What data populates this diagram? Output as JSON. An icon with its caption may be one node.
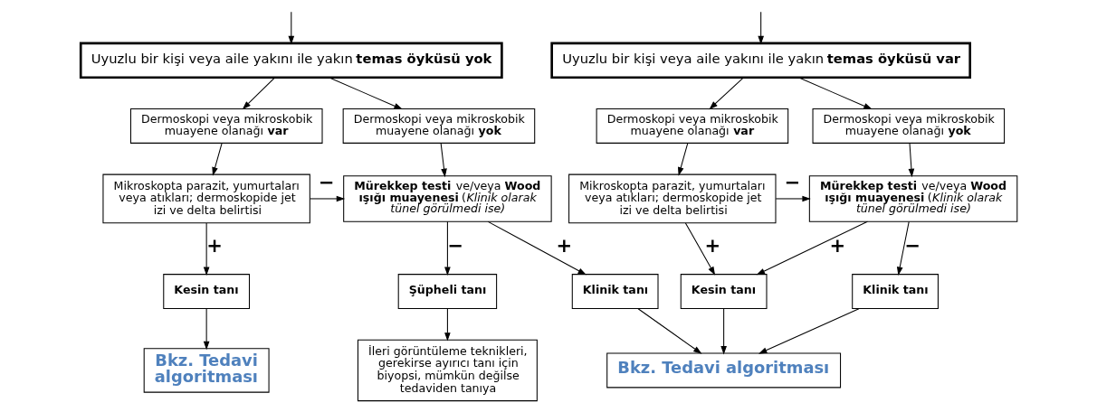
{
  "diagram": {
    "nodes": [
      {
        "text": [
          "Uyuzlu bir kişi veya aile yakını ile yakın **temas öyküsü yok**"
        ]
      },
      {
        "text": [
          "Uyuzlu bir kişi veya aile yakını ile yakın **temas öyküsü var**"
        ]
      },
      {
        "text": [
          "Dermoskopi veya mikroskobik muayene olanağı **var**"
        ]
      },
      {
        "text": [
          "Dermoskopi veya mikroskobik muayene olanağı **yok**"
        ]
      },
      {
        "text": [
          "Mikroskopta parazit, yumurtaları veya atıkları; dermoskopide jet izi ve delta belirtisi"
        ]
      },
      {
        "text": [
          "**Mürekkep testi** ve/veya **Wood ışığı muayenesi** (*Klinik olarak tünel görülmedi ise)*"
        ]
      },
      {
        "text": [
          "Kesin tanı"
        ]
      },
      {
        "text": [
          "Şüpheli tanı"
        ]
      },
      {
        "text": [
          "Klinik tanı"
        ]
      },
      {
        "text": [
          "Bkz. Tedavi algoritması"
        ]
      },
      {
        "text": [
          "İleri görüntüleme teknikleri, gerekirse ayırıcı tanı için biyopsi, mümkün değilse tedaviden tanıya"
        ]
      },
      {
        "text": [
          "Dermoskopi veya mikroskobik muayene olanağı **var**"
        ]
      },
      {
        "text": [
          "Dermoskopi veya mikroskobik muayene olanağı **yok**"
        ]
      },
      {
        "text": [
          "Mikroskopta parazit, yumurtaları veya atıkları; dermoskopide jet izi ve delta belirtisi"
        ]
      },
      {
        "text": [
          "**Mürekkep testi** ve/veya **Wood ışığı muayenesi** (*Klinik olarak tünel görülmedi ise)*"
        ]
      },
      {
        "text": [
          "Kesin tanı"
        ]
      },
      {
        "text": [
          "Klinik tanı"
        ]
      },
      {
        "text": [
          "Bkz. Tedavi algoritması"
        ]
      }
    ],
    "edges": [
      {
        "from": null,
        "to": 0,
        "arrow": "to"
      },
      {
        "from": null,
        "to": 1,
        "arrow": "to"
      },
      {
        "from": 0,
        "to": 2,
        "arrow": "to"
      },
      {
        "from": 0,
        "to": 3,
        "arrow": "to"
      },
      {
        "from": 2,
        "to": 4,
        "arrow": "to"
      },
      {
        "from": 3,
        "to": 5,
        "arrow": "to"
      },
      {
        "from": 4,
        "to": 5,
        "arrow": "to",
        "label": "−"
      },
      {
        "from": 4,
        "to": 6,
        "arrow": "to",
        "label": "+"
      },
      {
        "from": 5,
        "to": 7,
        "arrow": "to",
        "label": "−"
      },
      {
        "from": 5,
        "to": 8,
        "arrow": "to",
        "label": "+"
      },
      {
        "from": 6,
        "to": 9,
        "arrow": "to"
      },
      {
        "from": 7,
        "to": 10,
        "arrow": "to"
      },
      {
        "from": 8,
        "to": 17,
        "arrow": "to"
      },
      {
        "from": 1,
        "to": 11,
        "arrow": "to"
      },
      {
        "from": 1,
        "to": 12,
        "arrow": "to"
      },
      {
        "from": 11,
        "to": 13,
        "arrow": "to"
      },
      {
        "from": 12,
        "to": 14,
        "arrow": "to"
      },
      {
        "from": 13,
        "to": 14,
        "arrow": "to",
        "label": "−"
      },
      {
        "from": 13,
        "to": 15,
        "arrow": "to",
        "label": "+"
      },
      {
        "from": 14,
        "to": 15,
        "arrow": "to",
        "label": "+"
      },
      {
        "from": 14,
        "to": 16,
        "arrow": "to",
        "label": "−"
      },
      {
        "from": 15,
        "to": 17,
        "arrow": "to"
      },
      {
        "from": 16,
        "to": 17,
        "arrow": "to"
      }
    ]
  }
}
